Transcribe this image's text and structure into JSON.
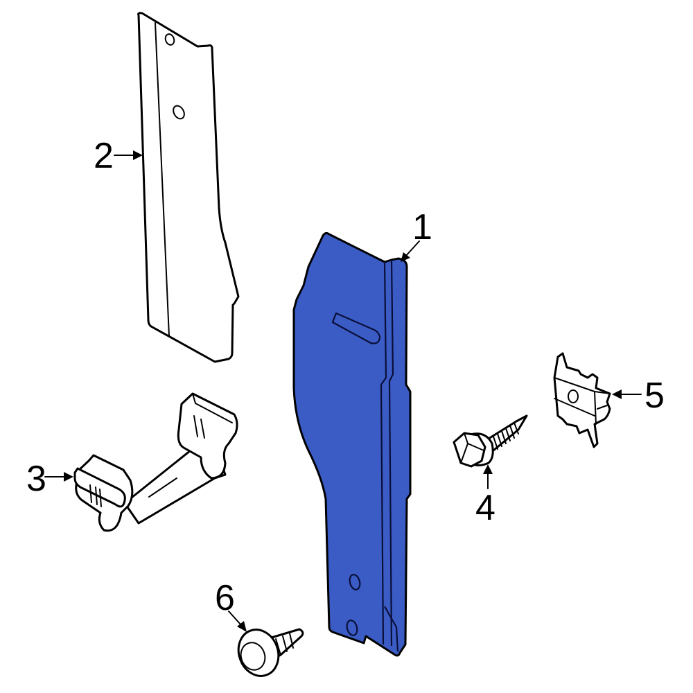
{
  "diagram": {
    "title": "Parts exploded view",
    "highlight_color": "#3a5cc4",
    "outline_color": "#000000",
    "background": "#ffffff",
    "callouts": [
      {
        "number": "1",
        "part": "highlighted-trim-panel"
      },
      {
        "number": "2",
        "part": "pillar-trim-panel"
      },
      {
        "number": "3",
        "part": "wire-clip-bracket"
      },
      {
        "number": "4",
        "part": "hex-flange-screw"
      },
      {
        "number": "5",
        "part": "spring-nut-clip"
      },
      {
        "number": "6",
        "part": "push-pin-retainer"
      }
    ]
  }
}
